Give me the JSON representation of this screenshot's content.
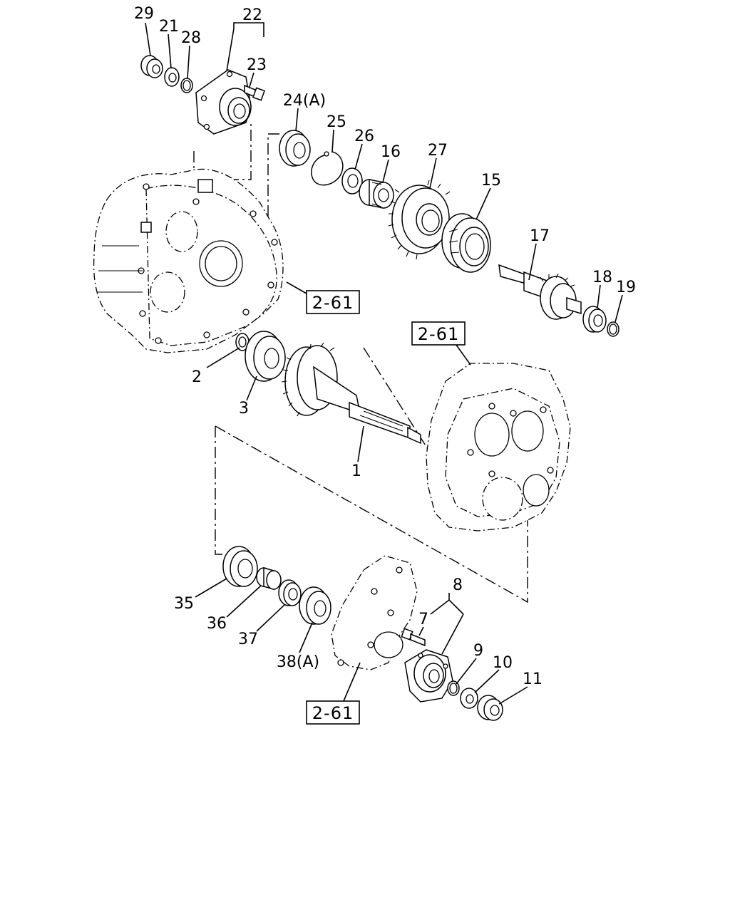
{
  "diagram": {
    "callouts": [
      {
        "id": "29",
        "text": "29"
      },
      {
        "id": "21",
        "text": "21"
      },
      {
        "id": "28",
        "text": "28"
      },
      {
        "id": "22",
        "text": "22"
      },
      {
        "id": "23",
        "text": "23"
      },
      {
        "id": "24",
        "text": "24(A)"
      },
      {
        "id": "25",
        "text": "25"
      },
      {
        "id": "26",
        "text": "26"
      },
      {
        "id": "16",
        "text": "16"
      },
      {
        "id": "27",
        "text": "27"
      },
      {
        "id": "15",
        "text": "15"
      },
      {
        "id": "17",
        "text": "17"
      },
      {
        "id": "18",
        "text": "18"
      },
      {
        "id": "19",
        "text": "19"
      },
      {
        "id": "2",
        "text": "2"
      },
      {
        "id": "3",
        "text": "3"
      },
      {
        "id": "1",
        "text": "1"
      },
      {
        "id": "35",
        "text": "35"
      },
      {
        "id": "36",
        "text": "36"
      },
      {
        "id": "37",
        "text": "37"
      },
      {
        "id": "38",
        "text": "38(A)"
      },
      {
        "id": "8",
        "text": "8"
      },
      {
        "id": "7",
        "text": "7"
      },
      {
        "id": "9",
        "text": "9"
      },
      {
        "id": "10",
        "text": "10"
      },
      {
        "id": "11",
        "text": "11"
      }
    ],
    "references": [
      {
        "id": "ref-a",
        "text": "2-61"
      },
      {
        "id": "ref-b",
        "text": "2-61"
      },
      {
        "id": "ref-c",
        "text": "2-61"
      }
    ]
  }
}
